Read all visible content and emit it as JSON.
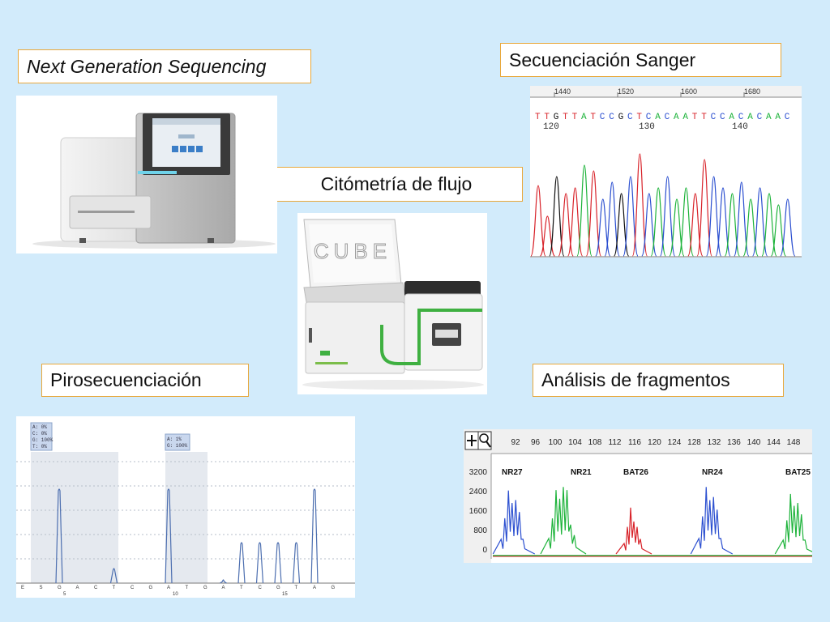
{
  "labels": {
    "ngs": "Next Generation Sequencing",
    "sanger": "Secuenciación Sanger",
    "flow": "Citómetría de flujo",
    "pyro": "Pirosecuenciación",
    "fragment": "Análisis de fragmentos"
  },
  "sanger_panel": {
    "ruler": [
      "1440",
      "1520",
      "1600",
      "1680"
    ],
    "sequence": "TTGTTATCCGCTCACAATTCCACACAAC",
    "positions": [
      "120",
      "130",
      "140"
    ]
  },
  "flow_panel": {
    "screen_text": "CUBE"
  },
  "pyro_panel": {
    "box1": [
      "A: 0%",
      "C: 0%",
      "G: 100%",
      "T: 0%"
    ],
    "box2": [
      "A: 1%",
      "G: 100%"
    ],
    "bases": [
      "E",
      "S",
      "G",
      "A",
      "C",
      "T",
      "C",
      "G",
      "A",
      "T",
      "G",
      "A",
      "T",
      "C",
      "G",
      "T",
      "A",
      "G"
    ],
    "marks": [
      "5",
      "10",
      "15"
    ]
  },
  "fragment_panel": {
    "xticks": [
      "92",
      "96",
      "100",
      "104",
      "108",
      "112",
      "116",
      "120",
      "124",
      "128",
      "132",
      "136",
      "140",
      "144",
      "148"
    ],
    "yticks": [
      "3200",
      "2400",
      "1600",
      "800",
      "0"
    ],
    "markers": [
      "NR27",
      "NR21",
      "BAT26",
      "NR24",
      "BAT25"
    ]
  },
  "colors": {
    "background": "#d2ebfb",
    "label_border": "#e8a83c",
    "trace_blue": "#2b4fd0",
    "trace_green": "#1db33a",
    "trace_red": "#d8232a",
    "trace_black": "#111111"
  },
  "icons": [
    "plus-icon",
    "magnifier-icon"
  ]
}
